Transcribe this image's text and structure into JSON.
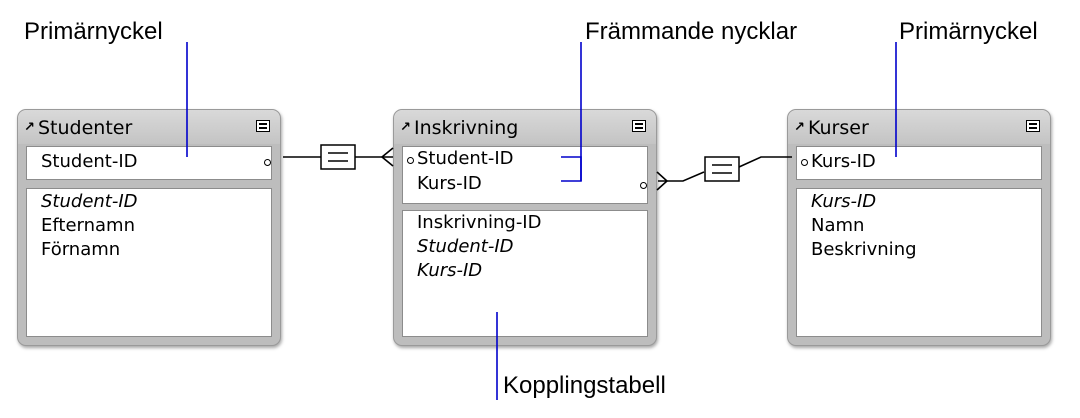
{
  "callouts": {
    "primary_key_left": "Primärnyckel",
    "foreign_keys": "Främmande nycklar",
    "primary_key_right": "Primärnyckel",
    "junction_table": "Kopplingstabell"
  },
  "tables": {
    "students": {
      "title": "Studenter",
      "key_fields": [
        "Student-ID"
      ],
      "fields": [
        {
          "name": "Student-ID",
          "italic": true
        },
        {
          "name": "Efternamn",
          "italic": false
        },
        {
          "name": "Förnamn",
          "italic": false
        }
      ]
    },
    "enrollment": {
      "title": "Inskrivning",
      "key_fields": [
        "Student-ID",
        "Kurs-ID"
      ],
      "fields": [
        {
          "name": "Inskrivning-ID",
          "italic": false
        },
        {
          "name": "Student-ID",
          "italic": true
        },
        {
          "name": "Kurs-ID",
          "italic": true
        }
      ]
    },
    "courses": {
      "title": "Kurser",
      "key_fields": [
        "Kurs-ID"
      ],
      "fields": [
        {
          "name": "Kurs-ID",
          "italic": true
        },
        {
          "name": "Namn",
          "italic": false
        },
        {
          "name": "Beskrivning",
          "italic": false
        }
      ]
    }
  },
  "relationships": [
    {
      "from": "Studenter.Student-ID",
      "to": "Inskrivning.Student-ID",
      "operator": "equals",
      "cardinality": "one-to-many"
    },
    {
      "from": "Kurser.Kurs-ID",
      "to": "Inskrivning.Kurs-ID",
      "operator": "equals",
      "cardinality": "one-to-many"
    }
  ],
  "colors": {
    "annotation_line": "#0000cc",
    "table_frame": "#bdbdbd",
    "relationship_line": "#000000"
  }
}
